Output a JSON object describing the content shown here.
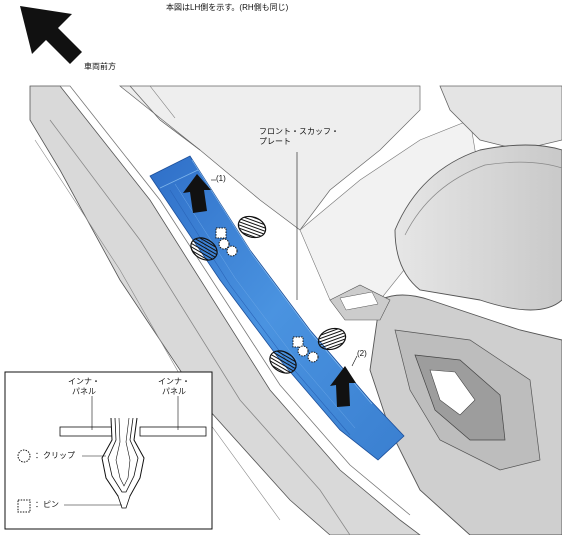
{
  "note": "本図はLH側を示す。(RH側も同じ)",
  "direction_label": "車両前方",
  "part_name_line1": "フロント・スカッフ・",
  "part_name_line2": "プレート",
  "callout_1": "(1)",
  "callout_2": "(2)",
  "inset": {
    "panel_left_line1": "インナ・",
    "panel_left_line2": "パネル",
    "panel_right_line1": "インナ・",
    "panel_right_line2": "パネル",
    "clip_legend": "：クリップ",
    "pin_legend": "：ピン"
  },
  "colors": {
    "scuff_plate_blue": "#3f86d6",
    "arrow_black": "#111111"
  },
  "icons": {
    "direction_arrow": "arrow-up-left-icon",
    "clip_symbol": "dotted-circle-icon",
    "pin_symbol": "dotted-square-icon",
    "claw_symbol": "hatched-ellipse-icon"
  }
}
